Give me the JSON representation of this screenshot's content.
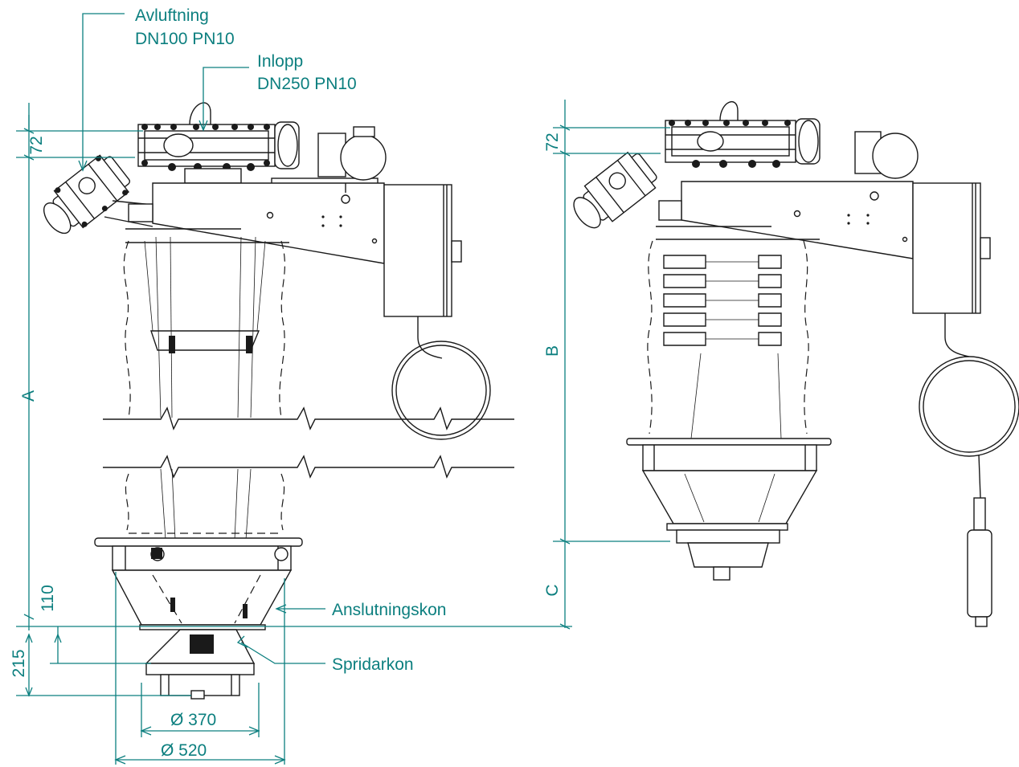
{
  "labels": {
    "vent": {
      "line1": "Avluftning",
      "line2": "DN100 PN10"
    },
    "inlet": {
      "line1": "Inlopp",
      "line2": "DN250 PN10"
    },
    "connection_cone": "Anslutningskon",
    "spreader_cone": "Spridarkon"
  },
  "dimensions": {
    "left_top": "72",
    "left_total": "A",
    "left_110": "110",
    "left_215": "215",
    "dia_370": "Ø  370",
    "dia_520": "Ø  520",
    "right_top": "72",
    "right_b": "B",
    "right_c": "C"
  },
  "colors": {
    "dimension": "#0c7f7f",
    "drawing": "#1a1a1a"
  }
}
